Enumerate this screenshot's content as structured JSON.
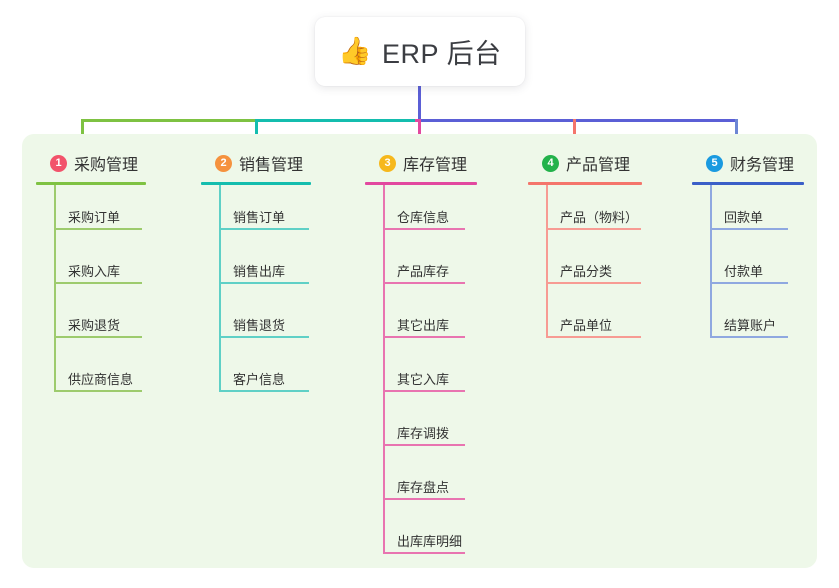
{
  "root": {
    "emoji": "👍",
    "emoji_name": "thumbs-up-icon",
    "title": "ERP 后台"
  },
  "theme": {
    "panel_bg": "#eef8e9",
    "page_bg": "#ffffff",
    "text": "#333333",
    "title_text": "#3b3d42",
    "stem": "#5b5fd6"
  },
  "connector_segments": [
    {
      "name": "segment-green",
      "color": "#7ec242"
    },
    {
      "name": "segment-teal",
      "color": "#14bdae"
    },
    {
      "name": "segment-pink",
      "color": "#e2489f"
    },
    {
      "name": "segment-indigo",
      "color": "#5b5fd6"
    }
  ],
  "columns": [
    {
      "index": "1",
      "label": "采购管理",
      "badge_color": "#f2536b",
      "rule_color": "#7ec242",
      "line_color": "#9dcb6d",
      "drop_color": "#7ec242",
      "items": [
        "采购订单",
        "采购入库",
        "采购退货",
        "供应商信息"
      ]
    },
    {
      "index": "2",
      "label": "销售管理",
      "badge_color": "#f5923e",
      "rule_color": "#14bdae",
      "line_color": "#5fd0c6",
      "drop_color": "#14bdae",
      "items": [
        "销售订单",
        "销售出库",
        "销售退货",
        "客户信息"
      ]
    },
    {
      "index": "3",
      "label": "库存管理",
      "badge_color": "#f6b81c",
      "rule_color": "#e2489f",
      "line_color": "#e874b0",
      "drop_color": "#e2489f",
      "items": [
        "仓库信息",
        "产品库存",
        "其它出库",
        "其它入库",
        "库存调拨",
        "库存盘点",
        "出库库明细"
      ]
    },
    {
      "index": "4",
      "label": "产品管理",
      "badge_color": "#23b24b",
      "rule_color": "#f4756b",
      "line_color": "#f79b93",
      "drop_color": "#f4756b",
      "items": [
        "产品（物料）",
        "产品分类",
        "产品单位"
      ]
    },
    {
      "index": "5",
      "label": "财务管理",
      "badge_color": "#1a9ae0",
      "rule_color": "#3a5fc8",
      "line_color": "#8fa8e0",
      "drop_color": "#6d86d4",
      "items": [
        "回款单",
        "付款单",
        "结算账户"
      ]
    }
  ]
}
